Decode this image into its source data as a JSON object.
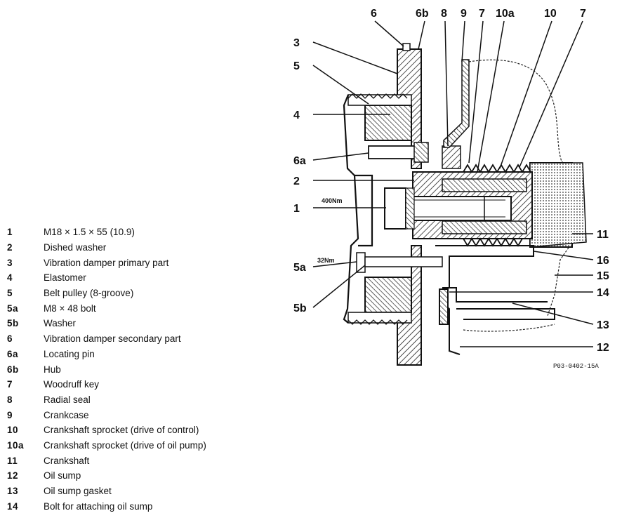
{
  "legend": [
    {
      "num": "1",
      "desc": "M18 × 1.5 × 55 (10.9)"
    },
    {
      "num": "2",
      "desc": "Dished washer"
    },
    {
      "num": "3",
      "desc": "Vibration damper primary part"
    },
    {
      "num": "4",
      "desc": "Elastomer"
    },
    {
      "num": "5",
      "desc": "Belt pulley (8-groove)"
    },
    {
      "num": "5a",
      "desc": "M8 × 48 bolt"
    },
    {
      "num": "5b",
      "desc": "Washer"
    },
    {
      "num": "6",
      "desc": "Vibration damper secondary part"
    },
    {
      "num": "6a",
      "desc": "Locating pin"
    },
    {
      "num": "6b",
      "desc": "Hub"
    },
    {
      "num": "7",
      "desc": "Woodruff key"
    },
    {
      "num": "8",
      "desc": "Radial seal"
    },
    {
      "num": "9",
      "desc": "Crankcase"
    },
    {
      "num": "10",
      "desc": "Crankshaft sprocket (drive of control)"
    },
    {
      "num": "10a",
      "desc": "Crankshaft sprocket (drive of oil pump)"
    },
    {
      "num": "11",
      "desc": "Crankshaft"
    },
    {
      "num": "12",
      "desc": "Oil sump"
    },
    {
      "num": "13",
      "desc": "Oil sump gasket"
    },
    {
      "num": "14",
      "desc": "Bolt for attaching oil sump"
    }
  ],
  "callouts": {
    "top_6": "6",
    "top_6b": "6b",
    "top_8": "8",
    "top_9": "9",
    "top_7a": "7",
    "top_10a": "10a",
    "top_10": "10",
    "top_7b": "7",
    "left_3": "3",
    "left_5": "5",
    "left_4": "4",
    "left_6a": "6a",
    "left_2": "2",
    "left_1": "1",
    "left_5a": "5a",
    "left_5b": "5b",
    "right_11": "11",
    "right_16": "16",
    "right_15": "15",
    "right_14": "14",
    "right_13": "13",
    "right_12": "12"
  },
  "torques": {
    "bolt_1": "400Nm",
    "bolt_5a": "32Nm"
  },
  "ref_code": "P03-0402-15A"
}
